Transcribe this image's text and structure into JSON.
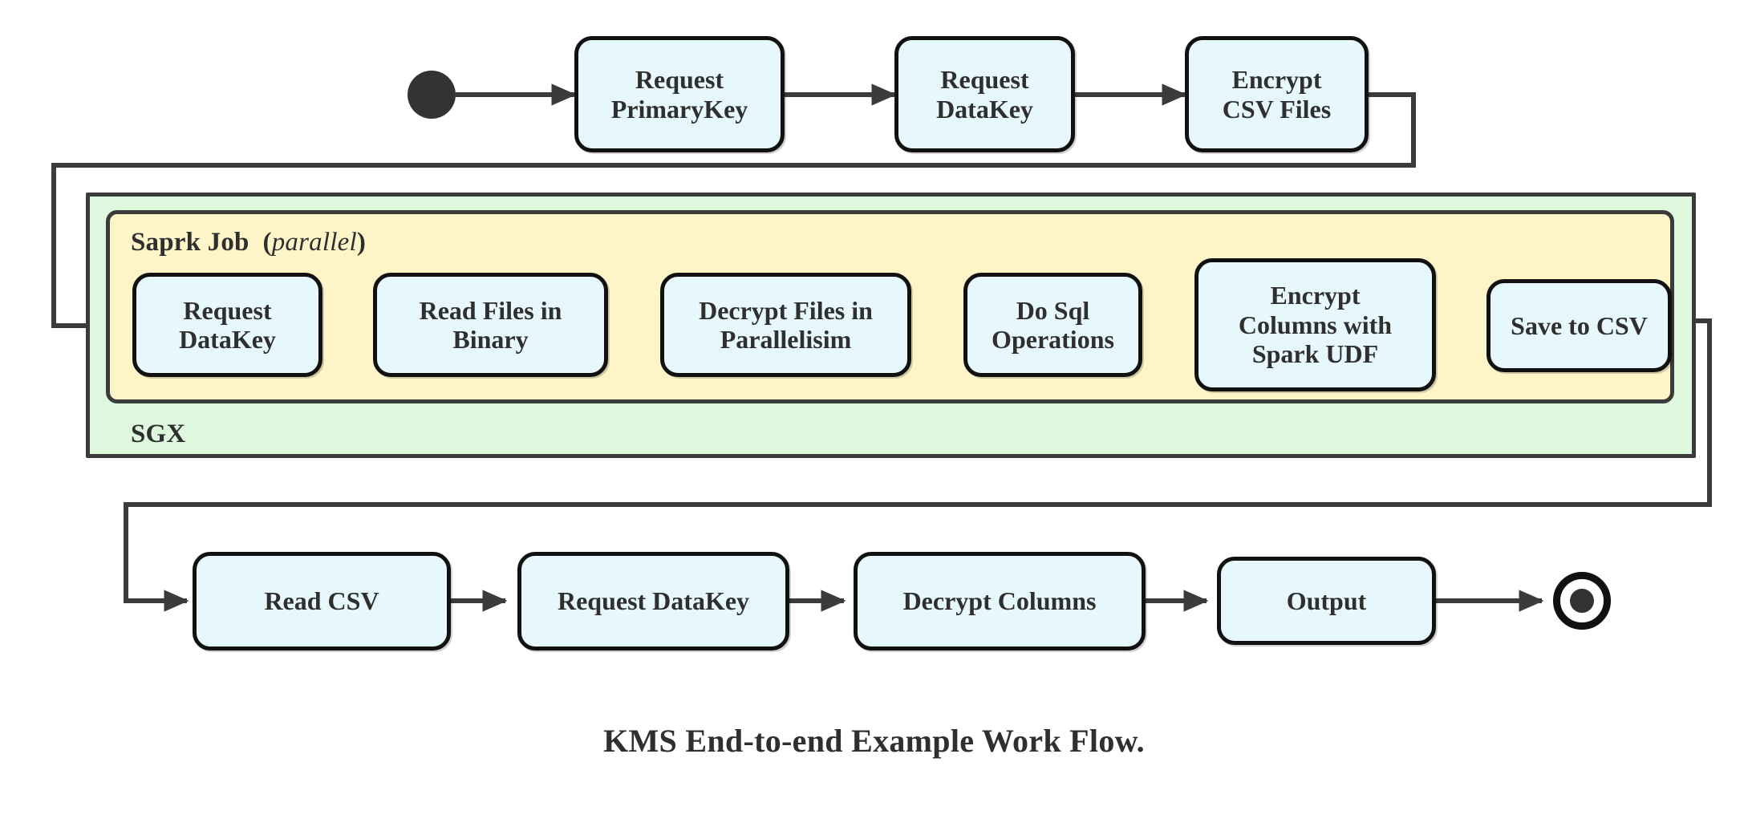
{
  "diagram": {
    "title": "KMS End-to-end Example Work Flow.",
    "type": "activity-flow-diagram",
    "colors": {
      "node_fill": "#e6f8fc",
      "node_stroke": "#111111",
      "sgx_fill": "#ddf8dd",
      "spark_fill": "#fdf4c8",
      "container_stroke": "#3b3b3b",
      "edge_stroke": "#3b3b3b",
      "text": "#2f2f2f"
    },
    "start_node": {
      "label": "start"
    },
    "end_node": {
      "label": "end"
    },
    "containers": {
      "sgx": {
        "label": "SGX"
      },
      "spark": {
        "label": "Saprk Job",
        "qualifier": "(parallel)",
        "qualifier_open": "(",
        "qualifier_word": "parallel",
        "qualifier_close": ")"
      }
    },
    "rows": {
      "top": {
        "name": "outside-enclave-top",
        "nodes": [
          {
            "id": "request-primarykey",
            "label": "Request\nPrimaryKey"
          },
          {
            "id": "request-datakey-top",
            "label": "Request\nDataKey"
          },
          {
            "id": "encrypt-csv-files",
            "label": "Encrypt\nCSV Files"
          }
        ]
      },
      "spark": {
        "name": "spark-job-parallel",
        "nodes": [
          {
            "id": "request-datakey-spark",
            "label": "Request\nDataKey"
          },
          {
            "id": "read-files-in-binary",
            "label": "Read Files in\nBinary"
          },
          {
            "id": "decrypt-files-in-parallelisim",
            "label": "Decrypt Files in\nParallelisim"
          },
          {
            "id": "do-sql-operations",
            "label": "Do Sql\nOperations"
          },
          {
            "id": "encrypt-columns-with-spark-udf",
            "label": "Encrypt\nColumns with\nSpark UDF"
          },
          {
            "id": "save-to-csv",
            "label": "Save to CSV"
          }
        ]
      },
      "bottom": {
        "name": "outside-enclave-bottom",
        "nodes": [
          {
            "id": "read-csv",
            "label": "Read CSV"
          },
          {
            "id": "request-datakey-bottom",
            "label": "Request DataKey"
          },
          {
            "id": "decrypt-columns",
            "label": "Decrypt Columns"
          },
          {
            "id": "output",
            "label": "Output"
          }
        ]
      }
    },
    "edges": [
      {
        "from": "start",
        "to": "request-primarykey",
        "kind": "straight"
      },
      {
        "from": "request-primarykey",
        "to": "request-datakey-top",
        "kind": "straight"
      },
      {
        "from": "request-datakey-top",
        "to": "encrypt-csv-files",
        "kind": "straight"
      },
      {
        "from": "encrypt-csv-files",
        "to": "request-datakey-spark",
        "kind": "orthogonal-wrap-left"
      },
      {
        "from": "request-datakey-spark",
        "to": "read-files-in-binary",
        "kind": "straight"
      },
      {
        "from": "read-files-in-binary",
        "to": "decrypt-files-in-parallelisim",
        "kind": "straight"
      },
      {
        "from": "decrypt-files-in-parallelisim",
        "to": "do-sql-operations",
        "kind": "straight"
      },
      {
        "from": "do-sql-operations",
        "to": "encrypt-columns-with-spark-udf",
        "kind": "straight"
      },
      {
        "from": "encrypt-columns-with-spark-udf",
        "to": "save-to-csv",
        "kind": "straight"
      },
      {
        "from": "save-to-csv",
        "to": "read-csv",
        "kind": "orthogonal-wrap-right"
      },
      {
        "from": "read-csv",
        "to": "request-datakey-bottom",
        "kind": "straight"
      },
      {
        "from": "request-datakey-bottom",
        "to": "decrypt-columns",
        "kind": "straight"
      },
      {
        "from": "decrypt-columns",
        "to": "output",
        "kind": "straight"
      },
      {
        "from": "output",
        "to": "end",
        "kind": "straight"
      }
    ]
  }
}
